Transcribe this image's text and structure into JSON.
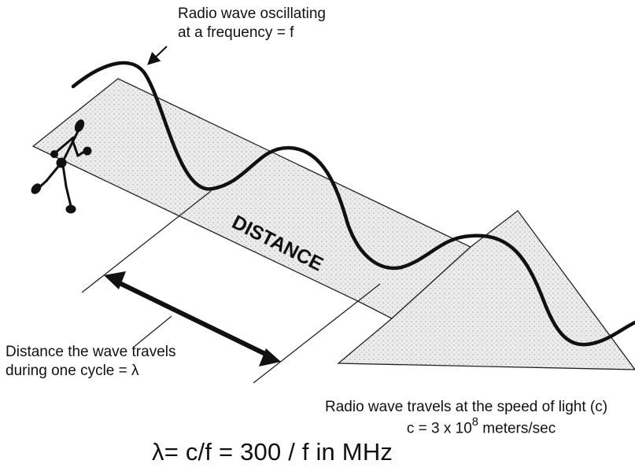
{
  "labels": {
    "frequency_line1": "Radio wave oscillating",
    "frequency_line2": "at a frequency = f",
    "distance_word": "DISTANCE",
    "cycle_line1": "Distance the wave travels",
    "cycle_line2": "during one cycle = λ",
    "speed_line1": "Radio wave travels at the speed of light (c)",
    "speed_line2_prefix": "c = 3 x 10",
    "speed_line2_exponent": "8",
    "speed_line2_suffix": " meters/sec",
    "formula": "λ= c/f = 300 / f in MHz"
  },
  "colors": {
    "ink": "#111111",
    "ground_fill": "#d9d9d9"
  },
  "icons": {
    "figure": "running-person-icon",
    "pointer": "arrow-icon"
  }
}
